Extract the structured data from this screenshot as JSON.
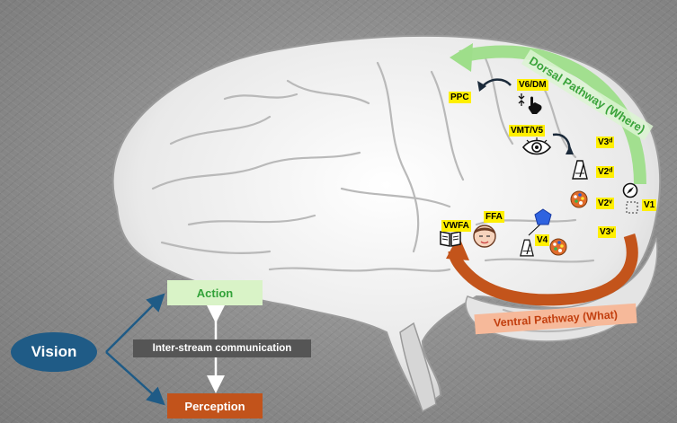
{
  "labels": {
    "vision": "Vision",
    "action": "Action",
    "perception": "Perception",
    "inter_stream": "Inter-stream communication",
    "dorsal": "Dorsal Pathway (Where)",
    "ventral": "Ventral Pathway  (What)"
  },
  "areas": {
    "ppc": "PPC",
    "v6dm": "V6/DM",
    "vmtv5": "VMT/V5",
    "v3d": "V3ᵈ",
    "v2d": "V2ᵈ",
    "v2v": "V2ᵛ",
    "v1": "V1",
    "v3v": "V3ᵛ",
    "v4": "V4",
    "ffa": "FFA",
    "vwfa": "VWFA"
  },
  "colors": {
    "vision_fill": "#1f5b86",
    "action_fill": "#d9f3c7",
    "action_text": "#34a23a",
    "perception_fill": "#c2531b",
    "dorsal_arrow": "#9ede8a",
    "ventral_arrow": "#c3541b",
    "area_label": "#ffef00"
  },
  "icons": [
    "eye-icon",
    "hand-icon",
    "metronome-icon",
    "palette-icon",
    "compass-icon",
    "face-icon",
    "book-icon",
    "blue-shape-icon",
    "dashed-square-icon",
    "curved-arrow-icon"
  ]
}
